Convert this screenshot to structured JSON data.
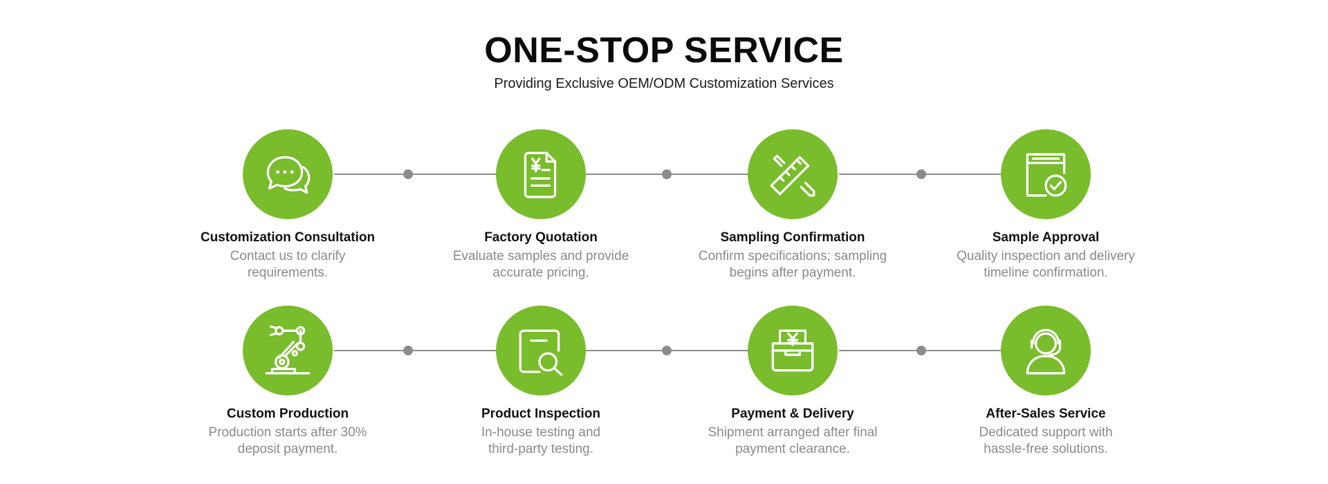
{
  "header": {
    "title": "ONE-STOP SERVICE",
    "subtitle": "Providing Exclusive OEM/ODM Customization Services"
  },
  "colors": {
    "accent": "#79bc2c",
    "connector": "#8c8c8c",
    "title": "#0b0b0b",
    "description": "#8a8a8a"
  },
  "steps": [
    {
      "icon": "chat-bubbles-icon",
      "title": "Customization Consultation",
      "desc_line1": "Contact us to clarify",
      "desc_line2": "requirements."
    },
    {
      "icon": "yuan-document-icon",
      "title": "Factory Quotation",
      "desc_line1": "Evaluate samples and provide",
      "desc_line2": "accurate pricing."
    },
    {
      "icon": "ruler-pencil-icon",
      "title": "Sampling Confirmation",
      "desc_line1": "Confirm specifications; sampling",
      "desc_line2": "begins after payment."
    },
    {
      "icon": "window-check-icon",
      "title": "Sample Approval",
      "desc_line1": "Quality inspection and delivery",
      "desc_line2": "timeline confirmation."
    },
    {
      "icon": "robot-arm-icon",
      "title": "Custom Production",
      "desc_line1": "Production starts after 30%",
      "desc_line2": "deposit payment."
    },
    {
      "icon": "document-magnifier-icon",
      "title": "Product Inspection",
      "desc_line1": "In-house testing and",
      "desc_line2": "third-party testing."
    },
    {
      "icon": "yuan-wallet-icon",
      "title": "Payment & Delivery",
      "desc_line1": "Shipment arranged after final",
      "desc_line2": "payment clearance."
    },
    {
      "icon": "headset-support-icon",
      "title": "After-Sales Service",
      "desc_line1": "Dedicated support with",
      "desc_line2": "hassle-free solutions."
    }
  ]
}
